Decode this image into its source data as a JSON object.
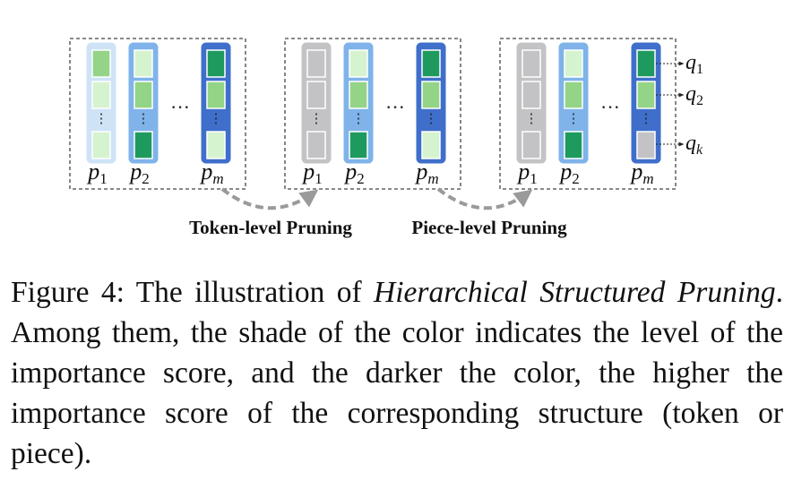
{
  "panels": [
    {
      "columns": [
        {
          "label_base": "p",
          "label_sub": "1",
          "color": "#cfe3f7",
          "cells": [
            "#93d487",
            "#d6f3d0",
            "#d6f3d0"
          ]
        },
        {
          "label_base": "p",
          "label_sub": "2",
          "color": "#7fb3ea",
          "cells": [
            "#d6f3d0",
            "#93d487",
            "#1e9a5e"
          ]
        },
        {
          "label_base": "p",
          "label_sub": "m",
          "color": "#3f6fcb",
          "cells": [
            "#1e9a5e",
            "#93d487",
            "#d6f3d0"
          ]
        }
      ]
    },
    {
      "columns": [
        {
          "label_base": "p",
          "label_sub": "1",
          "color": "#c3c3c6",
          "cells": [
            "#c3c3c6",
            "#c3c3c6",
            "#c3c3c6"
          ]
        },
        {
          "label_base": "p",
          "label_sub": "2",
          "color": "#7fb3ea",
          "cells": [
            "#d6f3d0",
            "#93d487",
            "#1e9a5e"
          ]
        },
        {
          "label_base": "p",
          "label_sub": "m",
          "color": "#3f6fcb",
          "cells": [
            "#1e9a5e",
            "#93d487",
            "#d6f3d0"
          ]
        }
      ]
    },
    {
      "columns": [
        {
          "label_base": "p",
          "label_sub": "1",
          "color": "#c3c3c6",
          "cells": [
            "#c3c3c6",
            "#c3c3c6",
            "#c3c3c6"
          ]
        },
        {
          "label_base": "p",
          "label_sub": "2",
          "color": "#7fb3ea",
          "cells": [
            "#d6f3d0",
            "#93d487",
            "#1e9a5e"
          ]
        },
        {
          "label_base": "p",
          "label_sub": "m",
          "color": "#3f6fcb",
          "cells": [
            "#1e9a5e",
            "#93d487",
            "#c3c3c6"
          ]
        }
      ]
    }
  ],
  "ellipsis": "···",
  "cell_ellipsis": "⋮",
  "q_labels": [
    {
      "base": "q",
      "sub": "1"
    },
    {
      "base": "q",
      "sub": "2"
    },
    {
      "base": "q",
      "sub": "k"
    }
  ],
  "arrows": [
    {
      "label": "Token-level Pruning"
    },
    {
      "label": "Piece-level Pruning"
    }
  ],
  "colors": {
    "panel_border": "#444444",
    "arrow": "#9a9a9a",
    "column_outline": "#ffffff"
  },
  "caption": {
    "prefix": "Figure 4: The illustration of ",
    "emphasis": "Hierarchical Structured Pruning",
    "suffix": ". Among them, the shade of the color indicates the level of the importance score, and the darker the color, the higher the importance score of the corresponding structure (token or piece)."
  }
}
